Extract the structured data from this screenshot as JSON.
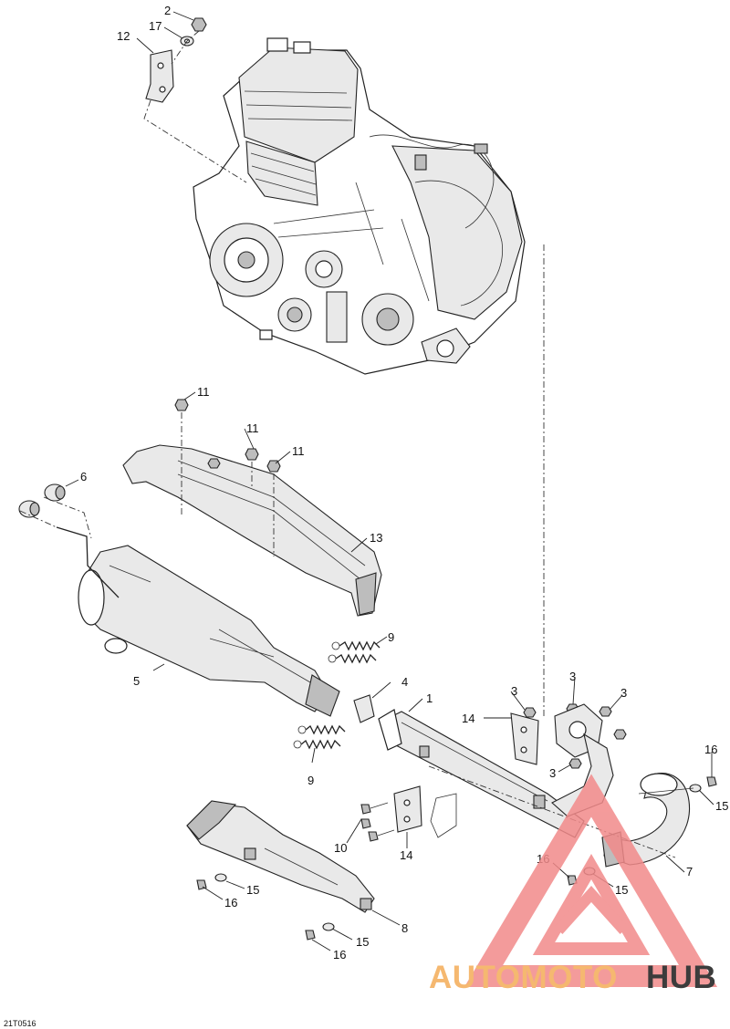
{
  "diagram": {
    "figure_ref": "21T0516",
    "callouts": [
      {
        "id": "c2",
        "text": "2"
      },
      {
        "id": "c17",
        "text": "17"
      },
      {
        "id": "c12",
        "text": "12"
      },
      {
        "id": "c11a",
        "text": "11"
      },
      {
        "id": "c11b",
        "text": "11"
      },
      {
        "id": "c11c",
        "text": "11"
      },
      {
        "id": "c6",
        "text": "6"
      },
      {
        "id": "c13",
        "text": "13"
      },
      {
        "id": "c9a",
        "text": "9"
      },
      {
        "id": "c5",
        "text": "5"
      },
      {
        "id": "c4",
        "text": "4"
      },
      {
        "id": "c1",
        "text": "1"
      },
      {
        "id": "c3a",
        "text": "3"
      },
      {
        "id": "c3b",
        "text": "3"
      },
      {
        "id": "c3c",
        "text": "3"
      },
      {
        "id": "c3d",
        "text": "3"
      },
      {
        "id": "c14a",
        "text": "14"
      },
      {
        "id": "c9b",
        "text": "9"
      },
      {
        "id": "c16a",
        "text": "16"
      },
      {
        "id": "c15a",
        "text": "15"
      },
      {
        "id": "c10",
        "text": "10"
      },
      {
        "id": "c14b",
        "text": "14"
      },
      {
        "id": "c16b",
        "text": "16"
      },
      {
        "id": "c15b",
        "text": "15"
      },
      {
        "id": "c7",
        "text": "7"
      },
      {
        "id": "c15c",
        "text": "15"
      },
      {
        "id": "c16c",
        "text": "16"
      },
      {
        "id": "c8",
        "text": "8"
      },
      {
        "id": "c15d",
        "text": "15"
      },
      {
        "id": "c16d",
        "text": "16"
      }
    ]
  },
  "watermark": {
    "part1": "AUTOMOTO",
    "part2": "HUB",
    "color_primary": "#f28a8a",
    "color_secondary": "#f5c46a",
    "color_dark": "#3c3c3c"
  }
}
